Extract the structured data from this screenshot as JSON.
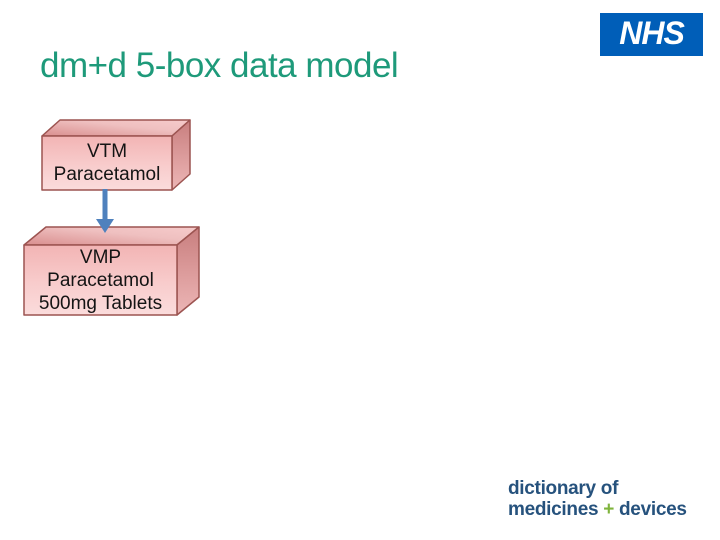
{
  "slide": {
    "title": "dm+d 5-box data model",
    "title_color": "#1e9a7a",
    "background_color": "#ffffff"
  },
  "nhs_logo": {
    "text": "NHS",
    "bg_color": "#005EB8",
    "text_color": "#ffffff"
  },
  "diagram": {
    "boxes": [
      {
        "id": "vtm",
        "lines": [
          "VTM",
          "Paracetamol"
        ]
      },
      {
        "id": "vmp",
        "lines": [
          "VMP",
          "Paracetamol",
          "500mg Tablets"
        ]
      }
    ],
    "connections": [
      {
        "from": "vtm",
        "to": "vmp",
        "direction": "down"
      }
    ],
    "arrow_color": "#4F81BD",
    "box_border_color": "#9c5451",
    "box_front_fill": "#f7c5c5",
    "box_text_color": "#141414"
  },
  "dmd_logo": {
    "line1": "dictionary of",
    "line2_part1": "medicines",
    "plus": "+",
    "line2_part2": "devices",
    "text_color": "#26527d",
    "plus_color": "#7fb43c"
  }
}
